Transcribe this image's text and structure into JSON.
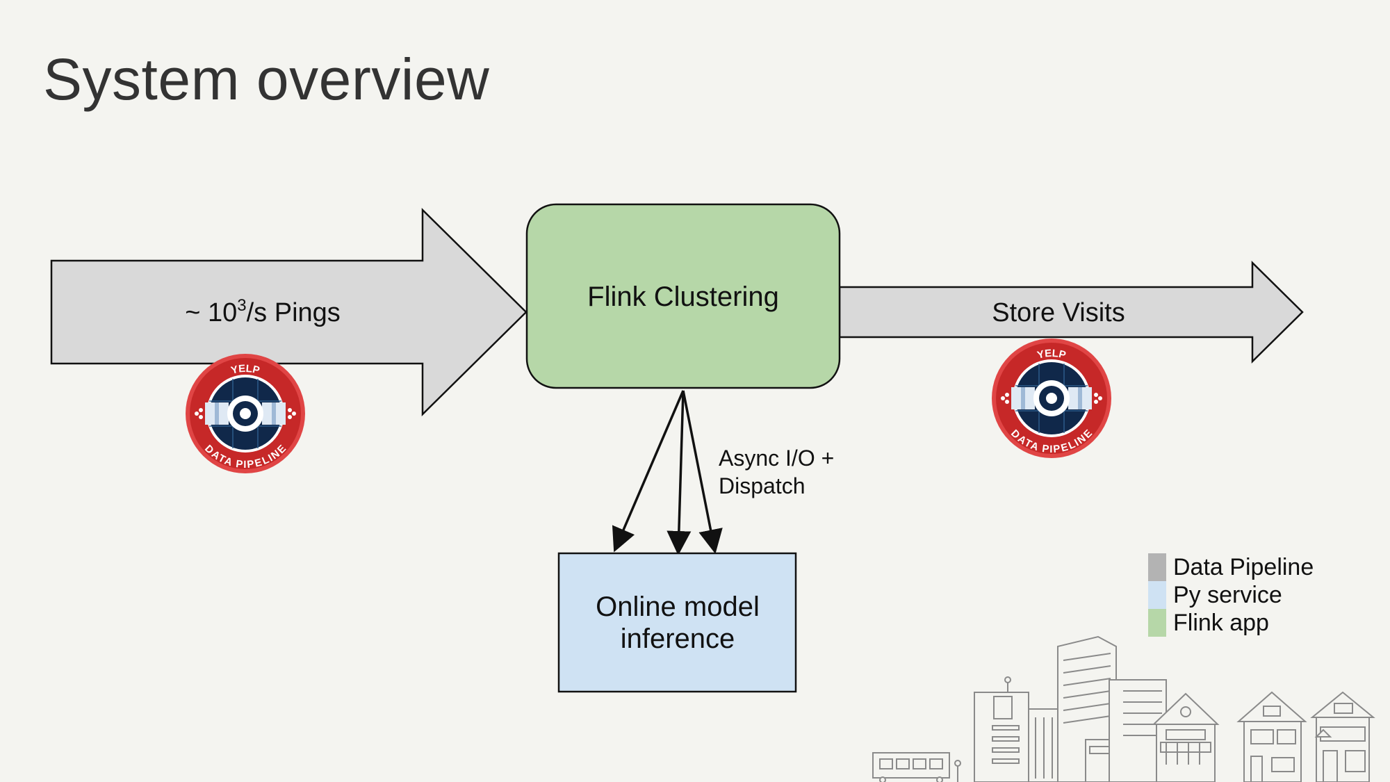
{
  "title": "System overview",
  "nodes": {
    "pings_prefix": "~ 10",
    "pings_sup": "3",
    "pings_suffix": "/s Pings",
    "flink": "Flink Clustering",
    "store_visits": "Store Visits",
    "inference_line1": "Online model",
    "inference_line2": "inference",
    "async_line1": "Async I/O +",
    "async_line2": "Dispatch"
  },
  "badge": {
    "top_text": "YELP",
    "bottom_text": "DATA PIPELINE"
  },
  "legend": [
    {
      "label": "Data Pipeline",
      "color": "#b3b3b3"
    },
    {
      "label": "Py service",
      "color": "#cfe2f3"
    },
    {
      "label": "Flink app",
      "color": "#b6d7a8"
    }
  ],
  "colors": {
    "arrow_fill": "#d9d9d9",
    "flink_fill": "#b6d7a8",
    "inference_fill": "#cfe2f3",
    "badge_red": "#d42a2a",
    "badge_navy": "#0f2a4a"
  }
}
